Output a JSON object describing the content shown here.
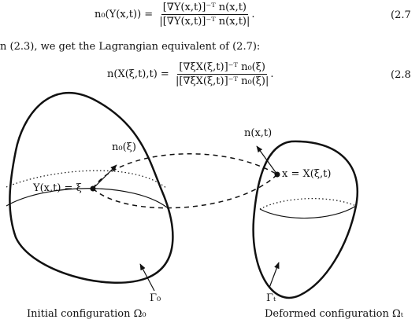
{
  "equations": [
    {
      "lhs": "n₀(Y(x,t))",
      "numerator": "[∇Y(x,t)]⁻ᵀ n(x,t)",
      "denominator": "|[∇Y(x,t)]⁻ᵀ n(x,t)|",
      "tail": ".",
      "number": "(2.7"
    },
    {
      "lhs": "n(X(ξ,t),t)",
      "numerator": "[∇ξX(ξ,t)]⁻ᵀ n₀(ξ)",
      "denominator": "|[∇ξX(ξ,t)]⁻ᵀ n₀(ξ)|",
      "tail": ".",
      "number": "(2.8"
    }
  ],
  "prose": "n (2.3), we get the Lagrangian equivalent of (2.7):",
  "figure": {
    "labels": {
      "normal_initial": "n₀(ξ)",
      "normal_deformed": "n(x,t)",
      "point_initial": "Y(x,t) = ξ",
      "point_deformed": "x = X(ξ,t)",
      "boundary_initial": "Γ₀",
      "boundary_deformed": "Γₜ"
    },
    "captions": {
      "initial": "Initial configuration Ω₀",
      "deformed": "Deformed configuration Ωₜ"
    }
  }
}
